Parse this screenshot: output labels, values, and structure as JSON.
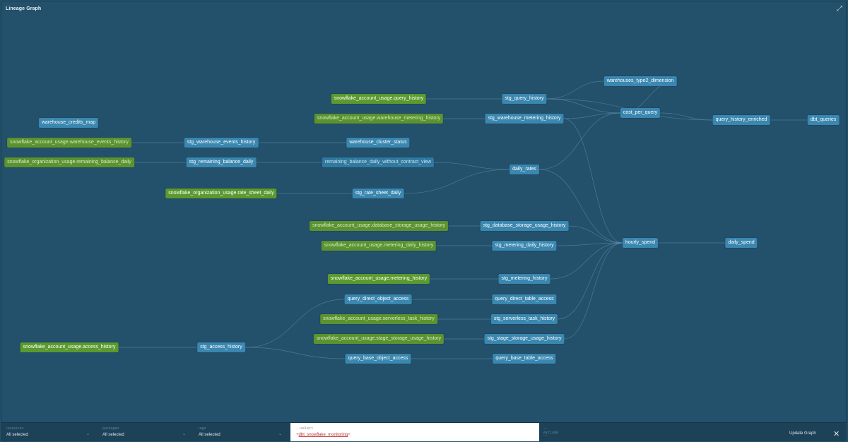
{
  "header": {
    "title": "Lineage Graph",
    "expand_icon": "expand-icon"
  },
  "nodes": [
    {
      "id": "warehouses_type2_dimension",
      "label": "warehouses_type2_dimension",
      "kind": "model"
    },
    {
      "id": "snowflake_account_usage_query_history",
      "label": "snowflake_account_usage.query_history",
      "kind": "source"
    },
    {
      "id": "stg_query_history",
      "label": "stg_query_history",
      "kind": "model"
    },
    {
      "id": "snowflake_account_usage_warehouse_metering_history",
      "label": "snowflake_account_usage.warehouse_metering_history",
      "kind": "lightsource"
    },
    {
      "id": "stg_warehouse_metering_history",
      "label": "stg_warehouse_metering_history",
      "kind": "model"
    },
    {
      "id": "cost_per_query",
      "label": "cost_per_query",
      "kind": "model"
    },
    {
      "id": "query_history_enriched",
      "label": "query_history_enriched",
      "kind": "model"
    },
    {
      "id": "dbt_queries",
      "label": "dbt_queries",
      "kind": "model"
    },
    {
      "id": "warehouse_credits_map",
      "label": "warehouse_credits_map",
      "kind": "model"
    },
    {
      "id": "snowflake_account_usage_warehouse_events_history",
      "label": "snowflake_account_usage.warehouse_events_history",
      "kind": "lightsource"
    },
    {
      "id": "stg_warehouse_events_history",
      "label": "stg_warehouse_events_history",
      "kind": "model"
    },
    {
      "id": "warehouse_cluster_status",
      "label": "warehouse_cluster_status",
      "kind": "model"
    },
    {
      "id": "snowflake_organization_usage_remaining_balance_daily",
      "label": "snowflake_organization_usage.remaining_balance_daily",
      "kind": "lightsource"
    },
    {
      "id": "stg_remaining_balance_daily",
      "label": "stg_remaining_balance_daily",
      "kind": "model"
    },
    {
      "id": "remaining_balance_daily_without_contract_view",
      "label": "remaining_balance_daily_without_contract_view",
      "kind": "lightmodel"
    },
    {
      "id": "daily_rates",
      "label": "daily_rates",
      "kind": "model"
    },
    {
      "id": "snowflake_organization_usage_rate_sheet_daily",
      "label": "snowflake_organization_usage.rate_sheet_daily",
      "kind": "source"
    },
    {
      "id": "stg_rate_sheet_daily",
      "label": "stg_rate_sheet_daily",
      "kind": "model"
    },
    {
      "id": "snowflake_account_usage_database_storage_usage_history",
      "label": "snowflake_account_usage.database_storage_usage_history",
      "kind": "lightsource"
    },
    {
      "id": "stg_database_storage_usage_history",
      "label": "stg_database_storage_usage_history",
      "kind": "model"
    },
    {
      "id": "snowflake_account_usage_metering_daily_history",
      "label": "snowflake_account_usage.metering_daily_history",
      "kind": "lightsource"
    },
    {
      "id": "stg_metering_daily_history",
      "label": "stg_metering_daily_history",
      "kind": "model"
    },
    {
      "id": "hourly_spend",
      "label": "hourly_spend",
      "kind": "model"
    },
    {
      "id": "daily_spend",
      "label": "daily_spend",
      "kind": "model"
    },
    {
      "id": "snowflake_account_usage_metering_history",
      "label": "snowflake_account_usage.metering_history",
      "kind": "source"
    },
    {
      "id": "stg_metering_history",
      "label": "stg_metering_history",
      "kind": "model"
    },
    {
      "id": "query_direct_object_access",
      "label": "query_direct_object_access",
      "kind": "model"
    },
    {
      "id": "query_direct_table_access",
      "label": "query_direct_table_access",
      "kind": "model"
    },
    {
      "id": "snowflake_account_usage_serverless_task_history",
      "label": "snowflake_account_usage.serverless_task_history",
      "kind": "lightsource"
    },
    {
      "id": "stg_serverless_task_history",
      "label": "stg_serverless_task_history",
      "kind": "model"
    },
    {
      "id": "snowflake_account_usage_access_history",
      "label": "snowflake_account_usage.access_history",
      "kind": "source"
    },
    {
      "id": "stg_access_history",
      "label": "stg_access_history",
      "kind": "model"
    },
    {
      "id": "snowflake_account_usage_stage_storage_usage_history",
      "label": "snowflake_account_usage.stage_storage_usage_history",
      "kind": "lightsource"
    },
    {
      "id": "stg_stage_storage_usage_history",
      "label": "stg_stage_storage_usage_history",
      "kind": "model"
    },
    {
      "id": "query_base_object_access",
      "label": "query_base_object_access",
      "kind": "model"
    },
    {
      "id": "query_base_table_access",
      "label": "query_base_table_access",
      "kind": "model"
    }
  ],
  "edges": [
    [
      "snowflake_account_usage_query_history",
      "stg_query_history"
    ],
    [
      "stg_query_history",
      "warehouses_type2_dimension"
    ],
    [
      "stg_query_history",
      "cost_per_query"
    ],
    [
      "snowflake_account_usage_warehouse_metering_history",
      "stg_warehouse_metering_history"
    ],
    [
      "stg_warehouse_metering_history",
      "cost_per_query"
    ],
    [
      "warehouses_type2_dimension",
      "cost_per_query"
    ],
    [
      "cost_per_query",
      "query_history_enriched"
    ],
    [
      "query_history_enriched",
      "dbt_queries"
    ],
    [
      "snowflake_account_usage_warehouse_events_history",
      "stg_warehouse_events_history"
    ],
    [
      "stg_warehouse_events_history",
      "warehouse_cluster_status"
    ],
    [
      "snowflake_organization_usage_remaining_balance_daily",
      "stg_remaining_balance_daily"
    ],
    [
      "stg_remaining_balance_daily",
      "remaining_balance_daily_without_contract_view"
    ],
    [
      "remaining_balance_daily_without_contract_view",
      "daily_rates"
    ],
    [
      "snowflake_organization_usage_rate_sheet_daily",
      "stg_rate_sheet_daily"
    ],
    [
      "stg_rate_sheet_daily",
      "daily_rates"
    ],
    [
      "daily_rates",
      "cost_per_query"
    ],
    [
      "daily_rates",
      "hourly_spend"
    ],
    [
      "stg_query_history",
      "query_history_enriched"
    ],
    [
      "snowflake_account_usage_database_storage_usage_history",
      "stg_database_storage_usage_history"
    ],
    [
      "stg_database_storage_usage_history",
      "hourly_spend"
    ],
    [
      "snowflake_account_usage_metering_daily_history",
      "stg_metering_daily_history"
    ],
    [
      "stg_metering_daily_history",
      "hourly_spend"
    ],
    [
      "hourly_spend",
      "daily_spend"
    ],
    [
      "snowflake_account_usage_metering_history",
      "stg_metering_history"
    ],
    [
      "stg_metering_history",
      "hourly_spend"
    ],
    [
      "query_direct_object_access",
      "query_direct_table_access"
    ],
    [
      "snowflake_account_usage_serverless_task_history",
      "stg_serverless_task_history"
    ],
    [
      "stg_serverless_task_history",
      "hourly_spend"
    ],
    [
      "snowflake_account_usage_access_history",
      "stg_access_history"
    ],
    [
      "stg_access_history",
      "query_direct_object_access"
    ],
    [
      "stg_access_history",
      "query_base_object_access"
    ],
    [
      "snowflake_account_usage_stage_storage_usage_history",
      "stg_stage_storage_usage_history"
    ],
    [
      "stg_stage_storage_usage_history",
      "hourly_spend"
    ],
    [
      "query_base_object_access",
      "query_base_table_access"
    ],
    [
      "stg_warehouse_metering_history",
      "hourly_spend"
    ]
  ],
  "toolbar": {
    "resources_label": "resources",
    "resources_value": "All selected",
    "packages_label": "packages",
    "packages_value": "All selected",
    "tags_label": "tags",
    "tags_value": "All selected",
    "select_label": "--select",
    "select_prefix": "+",
    "select_value": "dbt_snowflake_monitoring",
    "select_suffix": "+",
    "exclude_label": "--exclude",
    "exclude_value": "...",
    "update_label": "Update Graph",
    "close_icon": "close-icon"
  },
  "colors": {
    "background": "#23506b",
    "model": "#3a87b0",
    "source": "#5b9a2f",
    "edge": "#6b9cb8"
  }
}
